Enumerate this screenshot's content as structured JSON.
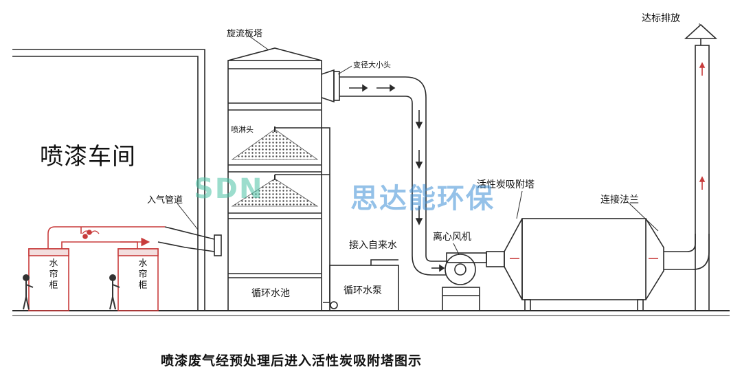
{
  "labels": {
    "workshop": "喷漆车间",
    "cyclone_tower": "旋流板塔",
    "reducer": "变径大小头",
    "spray_head": "喷淋头",
    "air_duct": "入气管道",
    "water_curtain_1": "水\n帘\n柜",
    "water_curtain_2": "水\n帘\n柜",
    "tap_water": "接入自来水",
    "circulation_pool": "循环水池",
    "circulation_pump": "循环水泵",
    "centrifugal_fan": "离心风机",
    "carbon_tower": "活性炭吸附塔",
    "flange": "连接法兰",
    "exhaust": "达标排放"
  },
  "watermark": {
    "latin": "SDN",
    "chinese": "思达能环保"
  },
  "caption": "喷漆废气经预处理后进入活性炭吸附塔图示",
  "colors": {
    "line": "#2a2a2a",
    "duct_red": "#c83c3c",
    "watermark_green": "#4cc3a6",
    "watermark_blue": "#3e8fd6"
  }
}
